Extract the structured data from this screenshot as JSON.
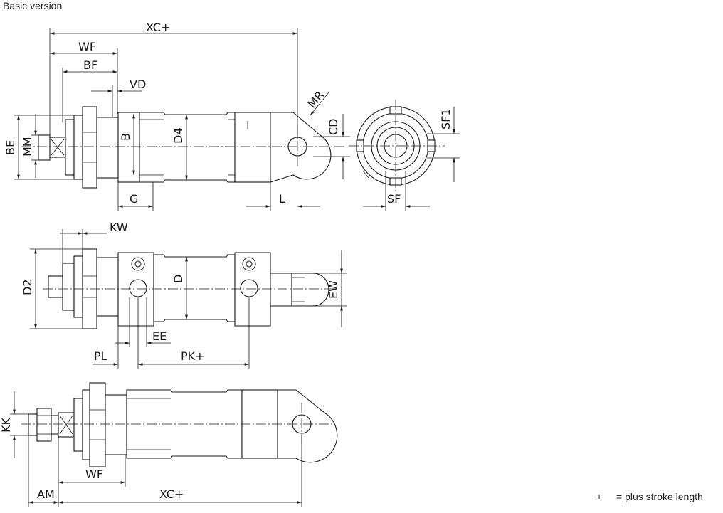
{
  "heading": "Basic version",
  "legend": {
    "symbol": "+",
    "text": "= plus stroke length"
  },
  "top_view_labels": {
    "xc": "XC+",
    "wf": "WF",
    "bf": "BF",
    "vd": "VD",
    "mr": "MR",
    "cd": "CD",
    "be": "BE",
    "mm": "MM",
    "b": "B",
    "d4": "D4",
    "g": "G",
    "l": "L",
    "sf1": "SF1",
    "sf": "SF"
  },
  "middle_view_labels": {
    "kw": "KW",
    "d2": "D2",
    "d": "D",
    "ew": "EW",
    "ee": "EE",
    "pl": "PL",
    "pk": "PK+"
  },
  "bottom_view_labels": {
    "kk": "KK",
    "wf": "WF",
    "am": "AM",
    "xc": "XC+"
  }
}
